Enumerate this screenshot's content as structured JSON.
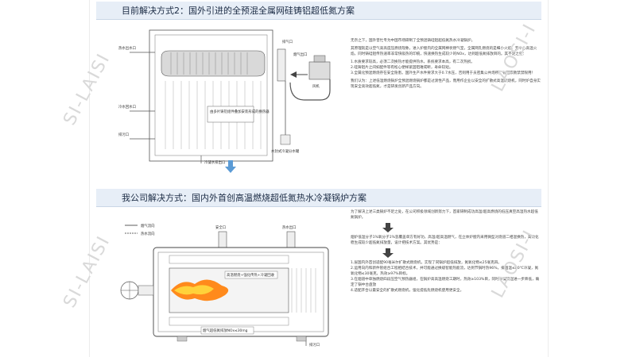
{
  "section1": {
    "title": "目前解决方式2：国外引进的全预混全属网硅铸铝超低氮方案",
    "labels": {
      "hot_water_out": "热水出水口",
      "cold_water_in": "冷水回水口",
      "drain": "排污口",
      "vent": "排气口",
      "smoke": "烟气出口",
      "fan": "风机",
      "heat_exchanger": "由多片铸铝组件叠加安装形成的换热器",
      "condensate": "冷凝水排出口",
      "water_separator": "水封式冷凝分水罐"
    },
    "paragraphs": [
      "无奈之下，国外曾忙专为中国市场研制了全预混铸硅铝超低氮热水冷凝锅炉。",
      "其原理就是以空气高高度压燃烧现象，进入炉膛内的全属网棒状燃气室，全属网孔燃烧的是细小火焰，无中心高温火焰，同时铸硅铝传热速率非常快吸热的印痕，快速换热生成较少的NOx，达到超低氮排放目的。其不足之处：",
      "1.水质要求较高，必须二次换热才能提供热水，系统要求本高，有二次热损。\n2.硅铸铝片之间如配件等有松心便样紧固阻难或断，寿命较短。\n3.全属化预混燃烧存在安全隐患。国外生产水件要求大于0.7水压，否则用于员密集公共场所，有国家教禁禁限用！",
      "我们认为：上述低温燃烧锅炉全预混燃烧锅炉都是过渡性产品，而用作企业以安全的扩散式高温燃烧机，同时炉自身实现安全高效超低氮，才是研发创新产品方向。"
    ]
  },
  "section2": {
    "title": "我公司解决方式：国内外首创高温燃烧超低氮热水冷凝锅炉方案",
    "labels": {
      "legend_smoke": "烟气流向",
      "legend_water": "热水流向",
      "hot_outlet": "热水出口",
      "safety_valve": "安全口",
      "drain": "排污口",
      "tag_top": "高温燃烧+强化传热+冷凝回收",
      "tag_bottom": "烟气超低氮排放NOx≤30mg"
    },
    "paragraphs": [
      "为了解决上述三类锅炉不足之处，在公司积极领域创新努力下，首家研制成功高温/超高燃烧的低压真空高温热水超低氮锅炉。",
      "烟炉低温分子1%氧分子1%氢覆盖单方有好功，高温/超高温燃气，在立体炉膛内采用微型对烧道二相混换热，高效化稳生成较少超低氮排放量，设计把技术方案。其优势是：",
      "1.层国内外首创适配90毫米尔扩散式燃烧机，实现了同锅炉超低排放，氮氧化物≤25毫克四。\n2.运用向内和新件管组合工程相结合技术，并可能通过换级智能热能流，达到节锅时热96%，排烟温≤80℃冷凝，氮氧化物≤30毫克，热效≥97%目标。\n3.在烟道中单独燃烧四段压空气预热器组，在锅炉高高温燃烧工期时，热效≥103%目，同时冷凝锅温进一步降低，确定了锅中台盘放\n4.适配开合以最安全的扩散式燃烧机，强化提低危燃烧机使用更安全。"
    ]
  },
  "watermarks": [
    "SI-LAISI",
    "LAOSI-I",
    "SI-LAISI",
    "LAOSI-I"
  ]
}
